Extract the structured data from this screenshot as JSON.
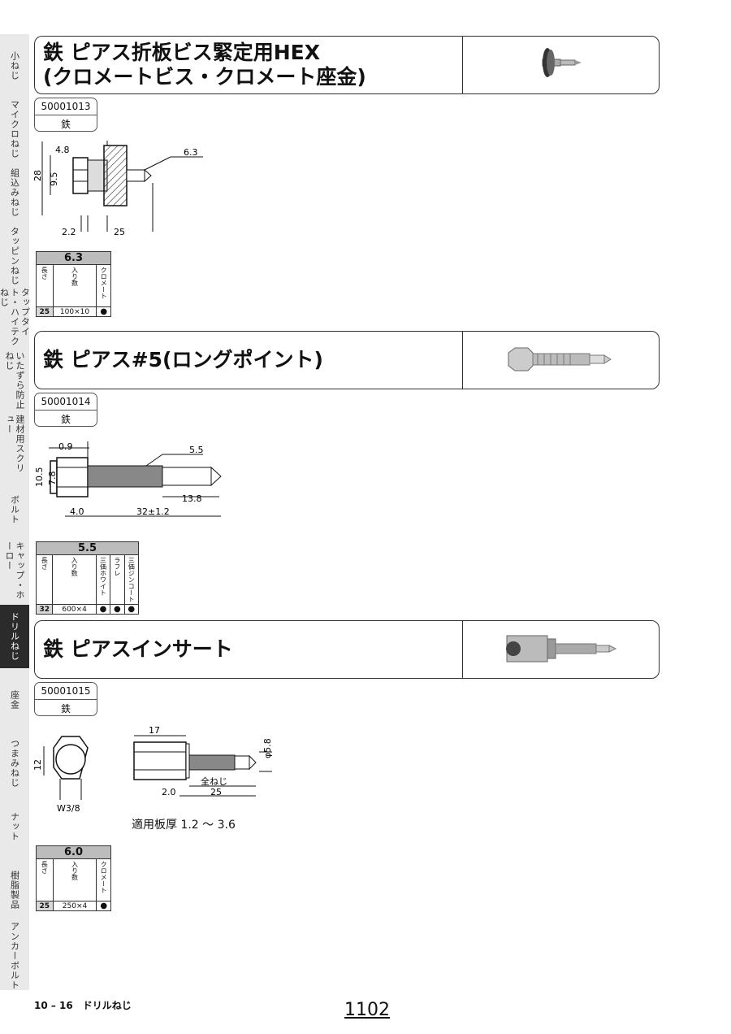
{
  "sidebar": {
    "tabs": [
      {
        "label": "小ねじ",
        "active": false
      },
      {
        "label": "マイクロねじ",
        "active": false
      },
      {
        "label": "組込みねじ",
        "active": false
      },
      {
        "label": "タッピンねじ",
        "active": false
      },
      {
        "label": "タップタイト・ハイテクねじ",
        "active": false
      },
      {
        "label": "いたずら防止ねじ",
        "active": false
      },
      {
        "label": "建材用スクリュー",
        "active": false
      },
      {
        "label": "ボルト",
        "active": false
      },
      {
        "label": "キャップ・ホーロー",
        "active": false
      },
      {
        "label": "ドリルねじ",
        "active": true
      },
      {
        "label": "座金",
        "active": false
      },
      {
        "label": "つまみねじ",
        "active": false
      },
      {
        "label": "ナット",
        "active": false
      },
      {
        "label": "樹脂製品",
        "active": false
      },
      {
        "label": "アンカーボルト",
        "active": false
      }
    ]
  },
  "products": [
    {
      "title": "鉄 ピアス折板ビス緊定用HEX\n(クロメートビス・クロメート座金)",
      "code": "50001013",
      "material": "鉄",
      "dims": {
        "a": "4.8",
        "b": "28",
        "c": "9.5",
        "d": "6.3",
        "e": "2.2",
        "f": "25"
      },
      "table": {
        "size": "6.3",
        "len_header": "長さ",
        "qty_header": "入り数",
        "finishes": [
          "クロメート"
        ],
        "rows": [
          {
            "length": "25",
            "qty": "100×10",
            "marks": [
              "●"
            ]
          }
        ]
      }
    },
    {
      "title": "鉄 ピアス#5(ロングポイント)",
      "code": "50001014",
      "material": "鉄",
      "dims": {
        "a": "0.9",
        "b": "5.5",
        "c": "10.5",
        "d": "7.8",
        "e": "13.8",
        "f": "4.0",
        "g": "32±1.2"
      },
      "table": {
        "size": "5.5",
        "len_header": "長さ",
        "qty_header": "入り数",
        "finishes": [
          "三価ホワイト",
          "ラフレ",
          "三価ジンコート"
        ],
        "rows": [
          {
            "length": "32",
            "qty": "600×4",
            "marks": [
              "●",
              "●",
              "●"
            ]
          }
        ]
      }
    },
    {
      "title": "鉄 ピアスインサート",
      "code": "50001015",
      "material": "鉄",
      "dims": {
        "a": "12",
        "b": "W3/8",
        "c": "17",
        "d": "φ5.8",
        "e": "全ねじ",
        "f": "2.0",
        "g": "25"
      },
      "note": "適用板厚 1.2 ～ 3.6",
      "table": {
        "size": "6.0",
        "len_header": "長さ",
        "qty_header": "入り数",
        "finishes": [
          "クロメート"
        ],
        "rows": [
          {
            "length": "25",
            "qty": "250×4",
            "marks": [
              "●"
            ]
          }
        ]
      }
    }
  ],
  "footer": {
    "section": "10 – 16　ドリルねじ",
    "page": "1102"
  }
}
